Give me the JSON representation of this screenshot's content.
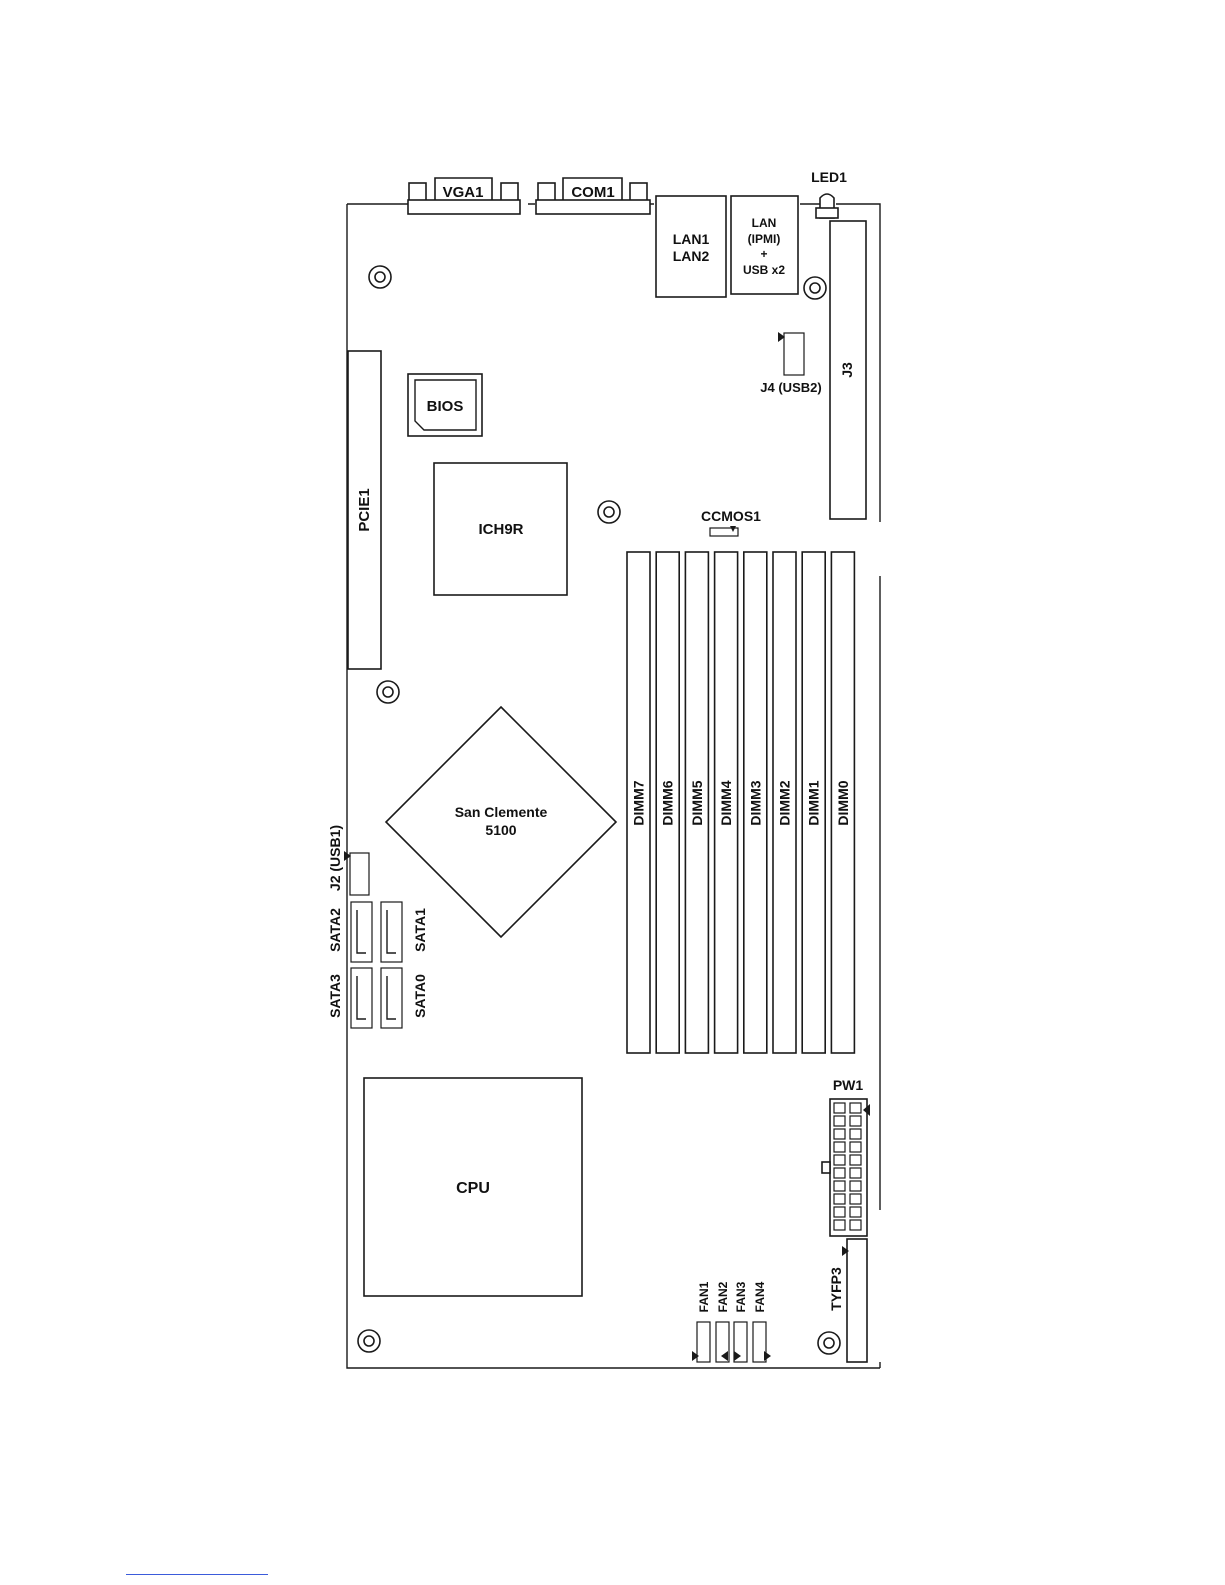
{
  "labels": {
    "vga": "VGA1",
    "com": "COM1",
    "led": "LED1",
    "lan": "LAN1",
    "lan_b": "LAN2",
    "lan_ipmi_a": "LAN",
    "lan_ipmi_b": "(IPMI)",
    "lan_ipmi_c": "+",
    "lan_ipmi_d": "USB x2",
    "j3": "J3",
    "j4": "J4 (USB2)",
    "bios": "BIOS",
    "pcie": "PCIE1",
    "ich": "ICH9R",
    "ccmos": "CCMOS1",
    "northbridge_a": "San Clemente",
    "northbridge_b": "5100",
    "j2": "J2 (USB1)",
    "sata0": "SATA0",
    "sata1": "SATA1",
    "sata2": "SATA2",
    "sata3": "SATA3",
    "cpu": "CPU",
    "pw": "PW1",
    "tyfp": "TYFP3",
    "fan1": "FAN1",
    "fan2": "FAN2",
    "fan3": "FAN3",
    "fan4": "FAN4"
  },
  "dimms": [
    "DIMM7",
    "DIMM6",
    "DIMM5",
    "DIMM4",
    "DIMM3",
    "DIMM2",
    "DIMM1",
    "DIMM0"
  ],
  "colors": {
    "ink": "#1a1a1a",
    "paper": "#ffffff",
    "footnote_rule": "#3b5bdb"
  }
}
